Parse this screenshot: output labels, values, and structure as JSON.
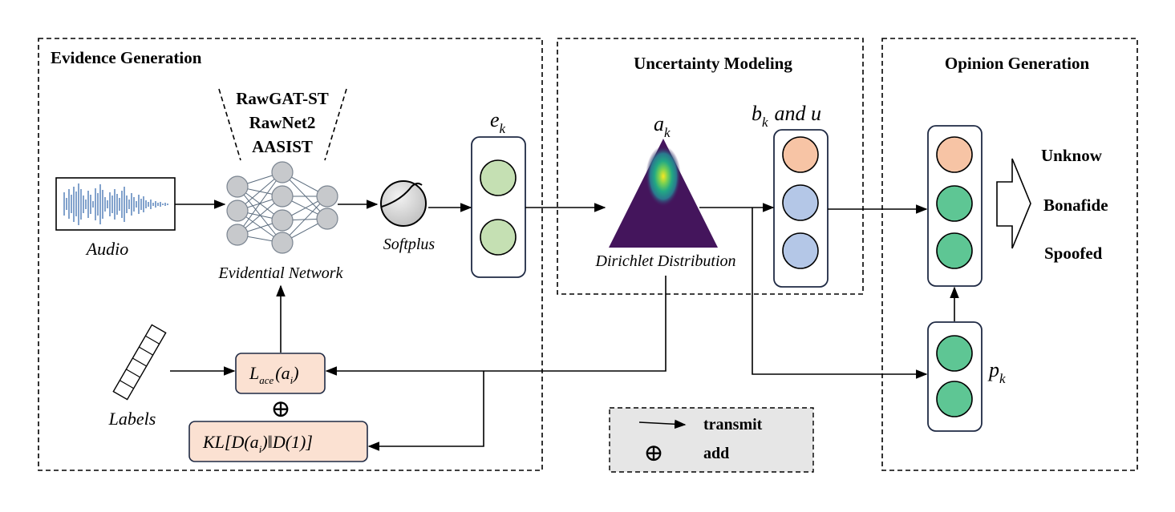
{
  "sections": {
    "evidence": "Evidence Generation",
    "uncertainty": "Uncertainty Modeling",
    "opinion": "Opinion Generation"
  },
  "models": [
    "RawGAT-ST",
    "RawNet2",
    "AASIST"
  ],
  "labels": {
    "audio": "Audio",
    "evidential_network": "Evidential Network",
    "softplus": "Softplus",
    "dirichlet": "Dirichlet Distribution",
    "labels": "Labels",
    "e_base": "e",
    "e_sub": "k",
    "a_base": "a",
    "a_sub": "k",
    "b_base": "b",
    "b_sub": "k",
    "b_rest": "and u",
    "p_base": "p",
    "p_sub": "k"
  },
  "loss": {
    "ace_main": "L",
    "ace_sub": "ace",
    "ace_arg_open": "(a",
    "ace_arg_sub": "i",
    "ace_arg_close": ")",
    "plus": "⊕",
    "kl_part1": "KL[D(a",
    "kl_sub": "i",
    "kl_part2": ")‖D(1)]"
  },
  "outputs": [
    "Unknow",
    "Bonafide",
    "Spoofed"
  ],
  "legend": {
    "transmit": "transmit",
    "add": "add",
    "plus_symbol": "⊕"
  },
  "colors": {
    "green": "#c5e0b3",
    "orange": "#f7c4a5",
    "blue": "#b4c7e7",
    "teal": "#5ec694",
    "loss_fill": "#fbe1d2",
    "legend_fill": "#e6e6e6",
    "node_gray": "#c7c9cc",
    "wave_blue": "#3f6fb0",
    "triangle_dark": "#44155c"
  }
}
